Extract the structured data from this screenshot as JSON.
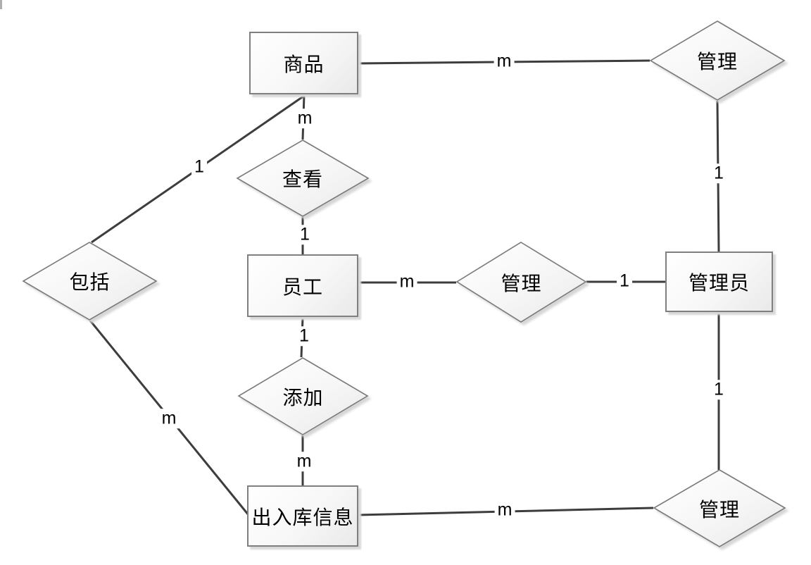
{
  "diagram": {
    "type": "entity-relationship-diagram",
    "entities": [
      {
        "id": "product",
        "label": "商品"
      },
      {
        "id": "employee",
        "label": "员工"
      },
      {
        "id": "administrator",
        "label": "管理员"
      },
      {
        "id": "stock-record",
        "label": "出入库信息"
      }
    ],
    "relationships": [
      {
        "id": "manage-top",
        "label": "管理"
      },
      {
        "id": "view",
        "label": "查看"
      },
      {
        "id": "include",
        "label": "包括"
      },
      {
        "id": "manage-middle",
        "label": "管理"
      },
      {
        "id": "add",
        "label": "添加"
      },
      {
        "id": "manage-bottom",
        "label": "管理"
      }
    ],
    "edges": [
      {
        "from": "product",
        "to": "manage-top",
        "cardinality": "m"
      },
      {
        "from": "manage-top",
        "to": "administrator",
        "cardinality": "1"
      },
      {
        "from": "product",
        "to": "view",
        "cardinality": "m"
      },
      {
        "from": "view",
        "to": "employee",
        "cardinality": "1"
      },
      {
        "from": "product",
        "to": "include",
        "cardinality": "1"
      },
      {
        "from": "include",
        "to": "stock-record",
        "cardinality": "m"
      },
      {
        "from": "employee",
        "to": "manage-middle",
        "cardinality": "m"
      },
      {
        "from": "manage-middle",
        "to": "administrator",
        "cardinality": "1"
      },
      {
        "from": "employee",
        "to": "add",
        "cardinality": "1"
      },
      {
        "from": "add",
        "to": "stock-record",
        "cardinality": "m"
      },
      {
        "from": "stock-record",
        "to": "manage-bottom",
        "cardinality": "m"
      },
      {
        "from": "administrator",
        "to": "manage-bottom",
        "cardinality": "1"
      }
    ],
    "colors": {
      "background": "#ffffff",
      "shape_fill_start": "#ffffff",
      "shape_fill_end": "#e9e9e9",
      "shape_border": "#7f7f7f",
      "shape_shadow": "#d9d9d9",
      "connector": "#3d3d3d",
      "text": "#000000"
    }
  }
}
